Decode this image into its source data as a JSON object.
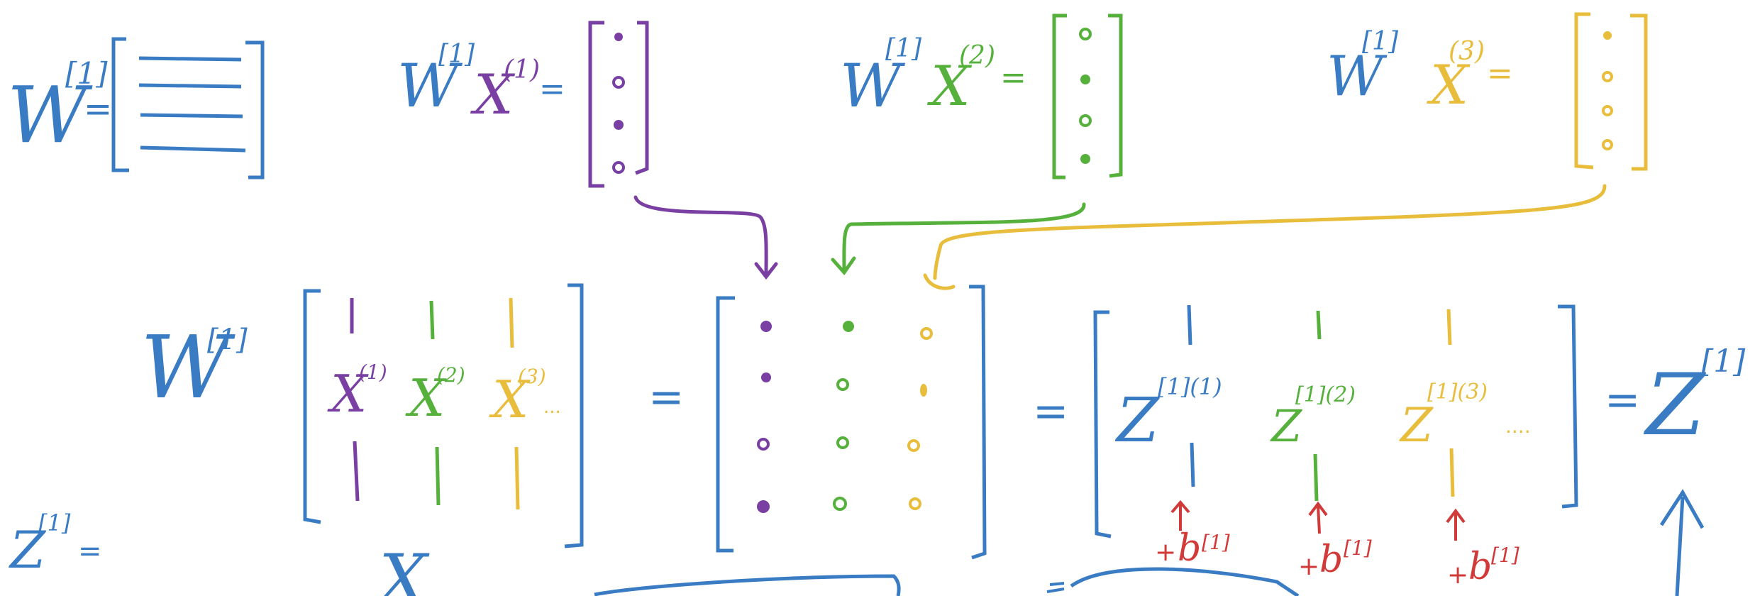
{
  "colors": {
    "blue": "#3a7cc3",
    "purple": "#7a3fa3",
    "green": "#55b13b",
    "yellow": "#e9bd3c",
    "red": "#d23a3a",
    "background": "#ffffff"
  },
  "labels": {
    "w": "W",
    "x": "X",
    "z": "Z",
    "b": "b",
    "layer_sup": "[1]",
    "ex1": "(1)",
    "ex2": "(2)",
    "ex3": "(3)",
    "z_sup1": "[1](1)",
    "z_sup2": "[1](2)",
    "z_sup3": "[1](3)",
    "eq": "=",
    "plus": "+",
    "ellipsis": "...",
    "ellipsis_long": "....",
    "big_x": "X"
  }
}
